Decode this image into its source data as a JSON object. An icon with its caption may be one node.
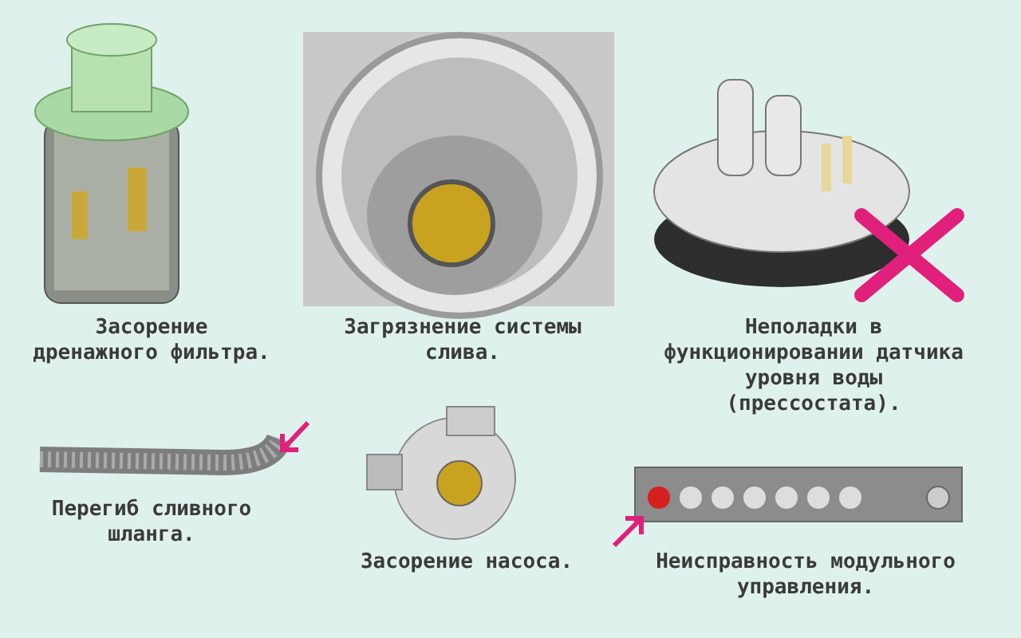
{
  "diagram": {
    "labels": [
      "Засорение дренажного фильтра.",
      "Загрязнение системы слива.",
      "Неполадки в функционировании датчика уровня воды (прессостата).",
      "Перегиб сливного шланга.",
      "Засорение насоса.",
      "Неисправность модульного управления."
    ]
  }
}
